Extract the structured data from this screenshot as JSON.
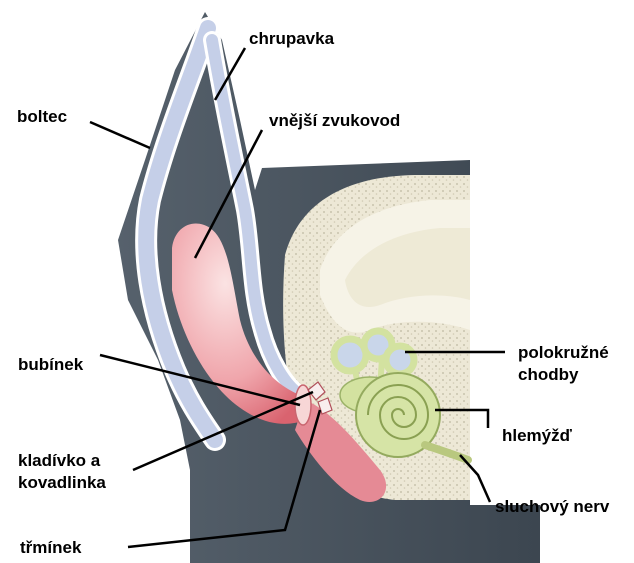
{
  "labels": {
    "chrupavka": "chrupavka",
    "boltec": "boltec",
    "zvukovod": "vnější zvukovod",
    "bubinek": "bubínek",
    "kladivko": "kladívko a\nkovadlinka",
    "trminek": "třmínek",
    "polokruzne": "polokružné\nchodby",
    "hlemyzd": "hlemýžď",
    "nerv": "sluchový nerv"
  },
  "colors": {
    "tissue": "#4a5560",
    "tissue_dark": "#3a444e",
    "cartilage_fill": "#c9d3ea",
    "cartilage_edge": "#ffffff",
    "canal": "#e88a94",
    "canal_light": "#f6c4c4",
    "bone": "#ede8d6",
    "bone_dots": "#c9c3ad",
    "inner_pale": "#f4f1e6",
    "labyrinth": "#d3e2a0",
    "labyrinth_edge": "#8fa65a",
    "canals_inner": "#b9c9e0",
    "leader": "#000000"
  }
}
